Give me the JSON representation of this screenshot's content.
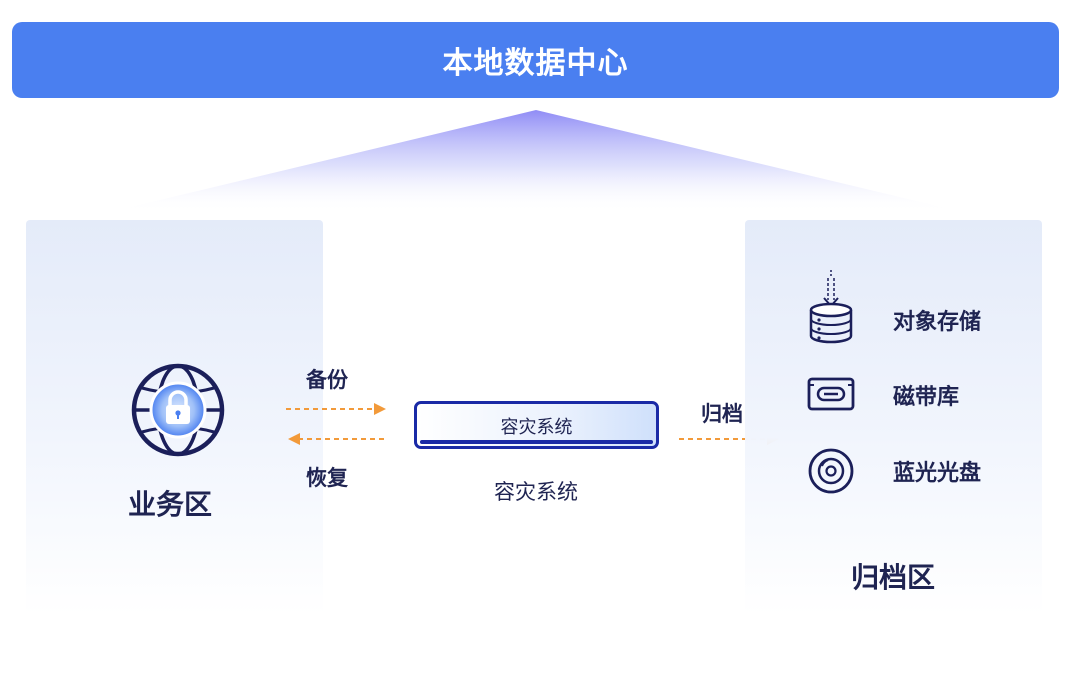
{
  "header": {
    "title": "本地数据中心"
  },
  "business_zone": {
    "label": "业务区"
  },
  "archive_zone": {
    "label": "归档区"
  },
  "flows": {
    "backup": "备份",
    "restore": "恢复",
    "archive": "归档"
  },
  "dr_system": {
    "box_label": "容灾系统",
    "caption": "容灾系统"
  },
  "storage": [
    {
      "label": "对象存储",
      "icon": "object-storage-icon"
    },
    {
      "label": "磁带库",
      "icon": "tape-library-icon"
    },
    {
      "label": "蓝光光盘",
      "icon": "blu-ray-disc-icon"
    }
  ],
  "colors": {
    "header": "#4a7ff0",
    "arrow": "#f29a3a",
    "dark": "#1a2aa6",
    "text": "#1f2452"
  }
}
